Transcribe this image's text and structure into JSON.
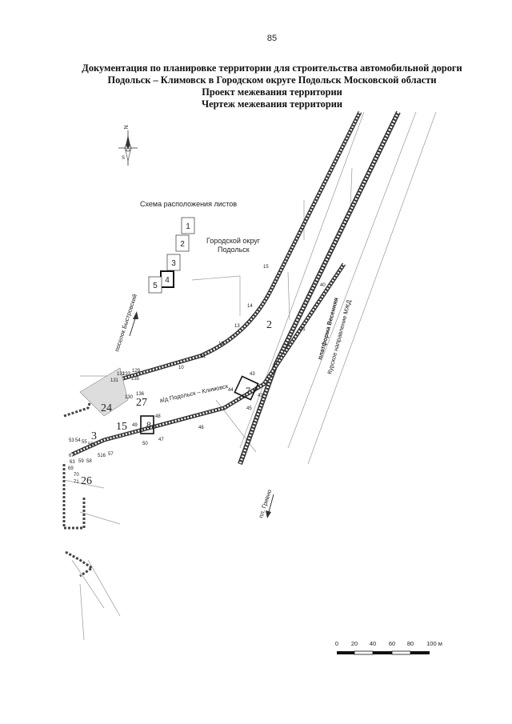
{
  "page_number": "85",
  "title": {
    "line1": "Документация по планировке территории для строительства автомобильной дороги",
    "line2": "Подольск – Климовск в Городском округе Подольск Московской области",
    "line3": "Проект межевания территории",
    "line4": "Чертеж межевания территории"
  },
  "compass": {
    "north_letter": "N",
    "south_letter": "S"
  },
  "scheme": {
    "caption": "Схема расположения листов",
    "sheets": [
      "1",
      "2",
      "3",
      "4",
      "5"
    ],
    "current_sheet": "4"
  },
  "labels": {
    "district": "Городской округ",
    "district2": "Подольск",
    "settlement": "поселок Быстровский",
    "road": "а/д Подольск – Климовск",
    "platform": "платформа Весенняя",
    "railway": "Курское направление МЖД",
    "station": "пл. Гривно"
  },
  "zones": [
    "2",
    "3",
    "7",
    "8",
    "15",
    "24",
    "26",
    "27"
  ],
  "points": [
    "10",
    "11",
    "12",
    "13",
    "14",
    "15",
    "40",
    "41",
    "42",
    "43",
    "44",
    "45",
    "46",
    "47",
    "48",
    "49",
    "50",
    "53",
    "54",
    "55",
    "56",
    "57",
    "58",
    "59",
    "63",
    "67",
    "69",
    "70",
    "71",
    "129",
    "130",
    "131",
    "132",
    "133",
    "135",
    "136",
    "516"
  ],
  "scale_bar": {
    "ticks": [
      "0",
      "20",
      "40",
      "60",
      "80",
      "100 м"
    ]
  },
  "colors": {
    "ink": "#222222",
    "line": "#333333",
    "dashed": "#666666",
    "paper": "#ffffff"
  }
}
